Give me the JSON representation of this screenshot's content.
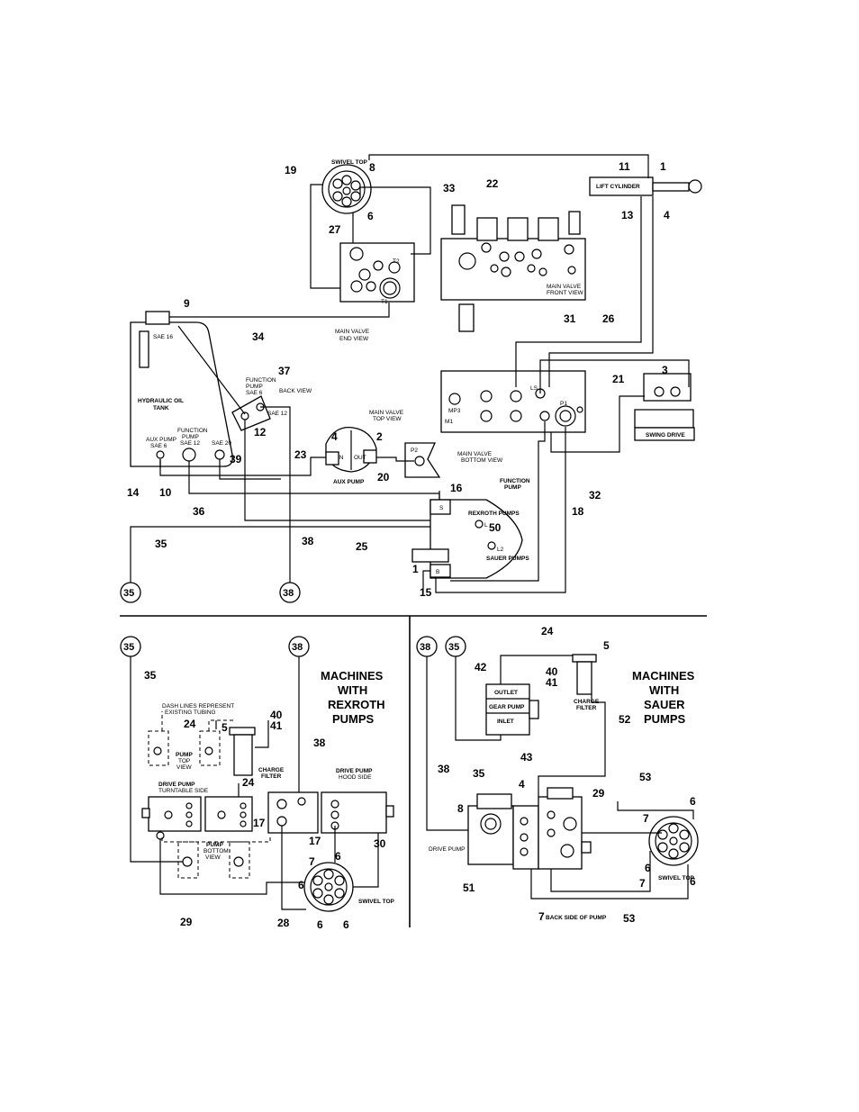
{
  "labels": {
    "swivel_top": "SWIVEL TOP",
    "lift_cylinder": "LIFT CYLINDER",
    "main_valve_front_line1": "MAIN VALVE",
    "main_valve_front_line2": "FRONT VIEW",
    "main_valve_end_line1": "MAIN VALVE",
    "main_valve_end_line2": "END VIEW",
    "main_valve_top_line1": "MAIN VALVE",
    "main_valve_top_line2": "TOP VIEW",
    "main_valve_bottom_line1": "MAIN VALVE",
    "main_valve_bottom_line2": "BOTTOM VIEW",
    "hydraulic_oil_line1": "HYDRAULIC OIL",
    "hydraulic_oil_line2": "TANK",
    "sae16": "SAE 16",
    "aux_pump_line1": "AUX PUMP",
    "aux_pump_line2": "SAE 6",
    "function_pump_tank_line1": "FUNCTION",
    "function_pump_tank_line2": "PUMP",
    "function_pump_tank_line3": "SAE 12",
    "sae20": "SAE 20",
    "function_pump_back_line1": "FUNCTION",
    "function_pump_back_line2": "PUMP",
    "function_pump_back_line3": "SAE 6",
    "back_view": "BACK VIEW",
    "sae12": "SAE 12",
    "aux_pump": "AUX PUMP",
    "in": "IN",
    "out": "OUT",
    "p2": "P2",
    "swing_drive": "SWING DRIVE",
    "function_pump_line1": "FUNCTION",
    "function_pump_line2": "PUMP",
    "rexroth_pumps": "REXROTH PUMPS",
    "sauer_pumps": "SAUER PUMPS",
    "port_s": "S",
    "port_l": "L",
    "port_l2": "L2",
    "port_b": "B",
    "port_ls": "LS",
    "port_p1": "P1",
    "port_mp3": "MP3",
    "port_m1": "M1",
    "port_t1": "T1",
    "port_t2": "T2",
    "dash_note_line1": "DASH LINES REPRESENT",
    "dash_note_line2": "EXISTING TUBING",
    "pump_top_line1": "PUMP",
    "pump_top_line2": "TOP",
    "pump_top_line3": "VIEW",
    "charge_filter_line1": "CHARGE",
    "charge_filter_line2": "FILTER",
    "drive_pump_turntable_line1": "DRIVE PUMP",
    "drive_pump_turntable_line2": "TURNTABLE SIDE",
    "drive_pump_hood_line1": "DRIVE PUMP",
    "drive_pump_hood_line2": "HOOD SIDE",
    "pump_bottom_line1": "PUMP",
    "pump_bottom_line2": "BOTTOM",
    "pump_bottom_line3": "VIEW",
    "rexroth_title_line1": "MACHINES",
    "rexroth_title_line2": "WITH",
    "rexroth_title_line3": "REXROTH",
    "rexroth_title_line4": "PUMPS",
    "sauer_title_line1": "MACHINES",
    "sauer_title_line2": "WITH",
    "sauer_title_line3": "SAUER",
    "sauer_title_line4": "PUMPS",
    "outlet": "OUTLET",
    "gear_pump": "GEAR PUMP",
    "inlet": "INLET",
    "drive_pump": "DRIVE PUMP",
    "back_side_of_pump": "BACK SIDE OF PUMP"
  },
  "callouts": {
    "c1": "1",
    "c2": "2",
    "c3": "3",
    "c4": "4",
    "c5": "5",
    "c6": "6",
    "c7": "7",
    "c8": "8",
    "c9": "9",
    "c10": "10",
    "c11": "11",
    "c12": "12",
    "c13": "13",
    "c14": "14",
    "c15": "15",
    "c16": "16",
    "c17": "17",
    "c18": "18",
    "c19": "19",
    "c20": "20",
    "c21": "21",
    "c22": "22",
    "c23": "23",
    "c24": "24",
    "c25": "25",
    "c26": "26",
    "c27": "27",
    "c28": "28",
    "c29": "29",
    "c30": "30",
    "c31": "31",
    "c32": "32",
    "c33": "33",
    "c34": "34",
    "c35": "35",
    "c36": "36",
    "c37": "37",
    "c38": "38",
    "c39": "39",
    "c40": "40",
    "c41": "41",
    "c42": "42",
    "c43": "43",
    "c50": "50",
    "c51": "51",
    "c52": "52",
    "c53": "53"
  }
}
